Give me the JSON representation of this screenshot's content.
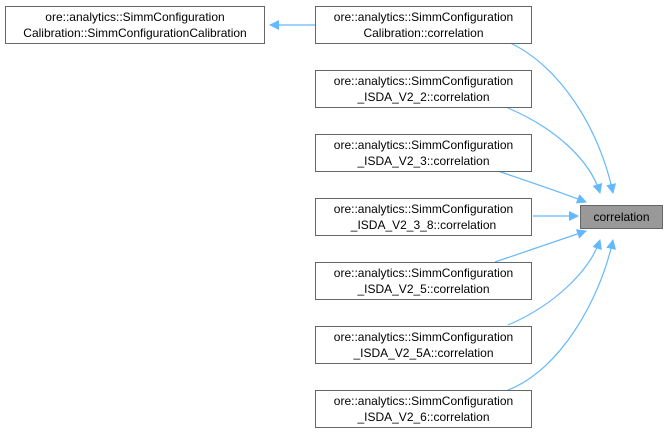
{
  "graph": {
    "root": {
      "label": "correlation"
    },
    "callers": [
      {
        "id": "cal-corr",
        "label": "ore::analytics::SimmConfiguration\nCalibration::correlation"
      },
      {
        "id": "v22",
        "label": "ore::analytics::SimmConfiguration\n_ISDA_V2_2::correlation"
      },
      {
        "id": "v23",
        "label": "ore::analytics::SimmConfiguration\n_ISDA_V2_3::correlation"
      },
      {
        "id": "v238",
        "label": "ore::analytics::SimmConfiguration\n_ISDA_V2_3_8::correlation"
      },
      {
        "id": "v25",
        "label": "ore::analytics::SimmConfiguration\n_ISDA_V2_5::correlation"
      },
      {
        "id": "v25a",
        "label": "ore::analytics::SimmConfiguration\n_ISDA_V2_5A::correlation"
      },
      {
        "id": "v26",
        "label": "ore::analytics::SimmConfiguration\n_ISDA_V2_6::correlation"
      }
    ],
    "secondLevel": [
      {
        "id": "cal-ctor",
        "label": "ore::analytics::SimmConfiguration\nCalibration::SimmConfigurationCalibration"
      }
    ],
    "colors": {
      "edge": "#63b8ff",
      "nodeBorder": "#666666",
      "rootFill": "#999999",
      "nodeFill": "#ffffff"
    }
  }
}
